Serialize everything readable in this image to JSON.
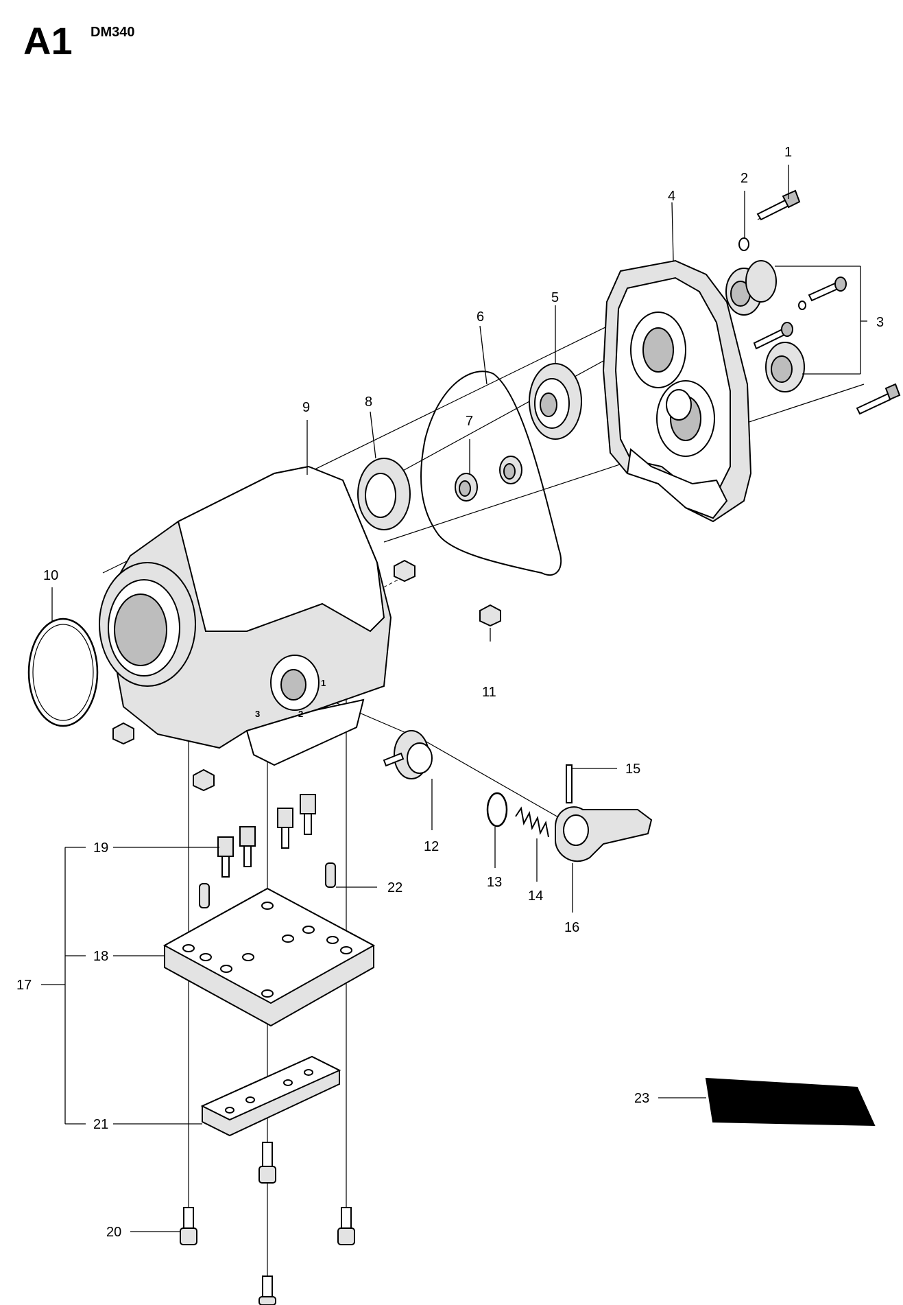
{
  "header": {
    "section_code": "A1",
    "model": "DM340"
  },
  "callouts": [
    {
      "id": "c1",
      "label": "1"
    },
    {
      "id": "c2",
      "label": "2"
    },
    {
      "id": "c3",
      "label": "3"
    },
    {
      "id": "c4",
      "label": "4"
    },
    {
      "id": "c5",
      "label": "5"
    },
    {
      "id": "c6",
      "label": "6"
    },
    {
      "id": "c7",
      "label": "7"
    },
    {
      "id": "c8",
      "label": "8"
    },
    {
      "id": "c9",
      "label": "9"
    },
    {
      "id": "c10",
      "label": "10"
    },
    {
      "id": "c11",
      "label": "11"
    },
    {
      "id": "c12",
      "label": "12"
    },
    {
      "id": "c13",
      "label": "13"
    },
    {
      "id": "c14",
      "label": "14"
    },
    {
      "id": "c15",
      "label": "15"
    },
    {
      "id": "c16",
      "label": "16"
    },
    {
      "id": "c17",
      "label": "17"
    },
    {
      "id": "c18",
      "label": "18"
    },
    {
      "id": "c19",
      "label": "19"
    },
    {
      "id": "c20",
      "label": "20"
    },
    {
      "id": "c21",
      "label": "21"
    },
    {
      "id": "c22",
      "label": "22"
    },
    {
      "id": "c23",
      "label": "23"
    }
  ],
  "housing_markings": [
    "1",
    "2",
    "3"
  ]
}
